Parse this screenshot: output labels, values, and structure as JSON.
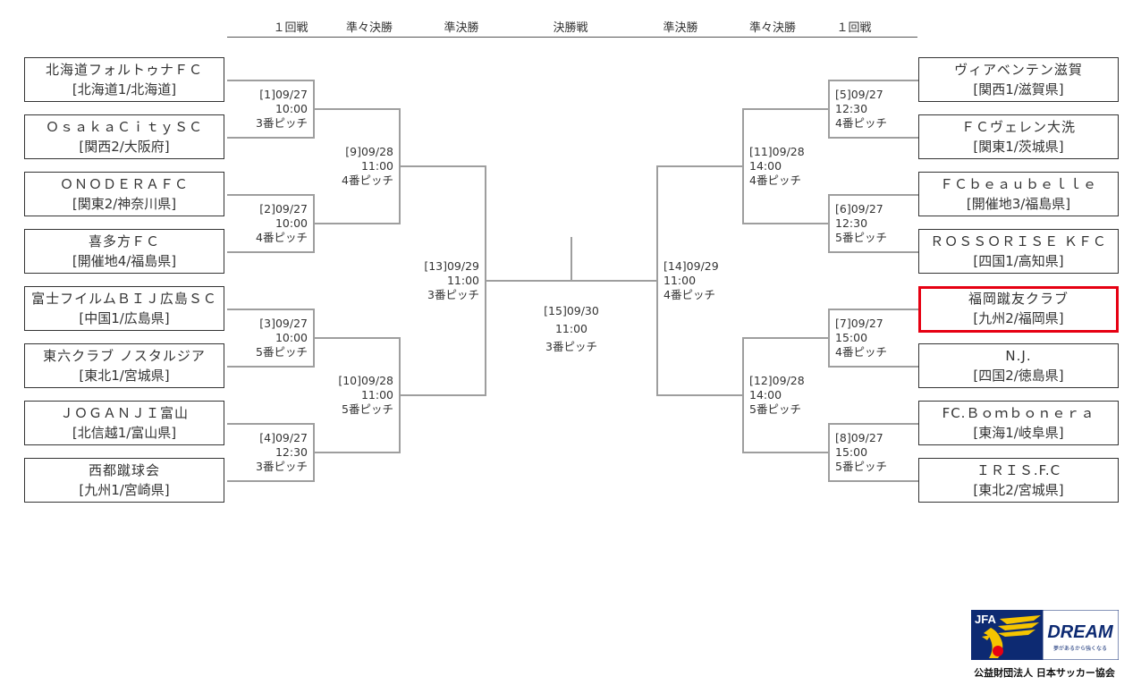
{
  "headers": [
    "１回戦",
    "準々決勝",
    "準決勝",
    "決勝戦",
    "準決勝",
    "準々決勝",
    "１回戦"
  ],
  "teams_left": [
    {
      "name": "北海道フォルトゥナＦＣ",
      "region": "[北海道1/北海道]"
    },
    {
      "name": "ＯｓａｋａＣｉｔｙＳＣ",
      "region": "[関西2/大阪府]"
    },
    {
      "name": "ＯＮＯＤＥＲＡＦＣ",
      "region": "[関東2/神奈川県]"
    },
    {
      "name": "喜多方ＦＣ",
      "region": "[開催地4/福島県]"
    },
    {
      "name": "富士フイルムＢＩＪ広島ＳＣ",
      "region": "[中国1/広島県]"
    },
    {
      "name": "東六クラブ ノスタルジア",
      "region": "[東北1/宮城県]"
    },
    {
      "name": "ＪＯＧＡＮＪＩ富山",
      "region": "[北信越1/富山県]"
    },
    {
      "name": "西都蹴球会",
      "region": "[九州1/宮崎県]"
    }
  ],
  "teams_right": [
    {
      "name": "ヴィアベンテン滋賀",
      "region": "[関西1/滋賀県]"
    },
    {
      "name": "ＦＣヴェレン大洗",
      "region": "[関東1/茨城県]"
    },
    {
      "name": "ＦＣｂｅａｕｂｅｌｌｅ",
      "region": "[開催地3/福島県]"
    },
    {
      "name": "ＲＯＳＳＯＲＩＳＥ ＫＦＣ",
      "region": "[四国1/高知県]"
    },
    {
      "name": "福岡蹴友クラブ",
      "region": "[九州2/福岡県]",
      "highlight": true
    },
    {
      "name": "N.J.",
      "region": "[四国2/徳島県]"
    },
    {
      "name": "FC.Ｂｏｍｂｏｎｅｒａ",
      "region": "[東海1/岐阜県]"
    },
    {
      "name": "ＩＲＩＳ.F.C",
      "region": "[東北2/宮城県]"
    }
  ],
  "matches": {
    "m1": {
      "label": "[1]09/27",
      "time": "10:00",
      "pitch": "3番ピッチ"
    },
    "m2": {
      "label": "[2]09/27",
      "time": "10:00",
      "pitch": "4番ピッチ"
    },
    "m3": {
      "label": "[3]09/27",
      "time": "10:00",
      "pitch": "5番ピッチ"
    },
    "m4": {
      "label": "[4]09/27",
      "time": "12:30",
      "pitch": "3番ピッチ"
    },
    "m5": {
      "label": "[5]09/27",
      "time": "12:30",
      "pitch": "4番ピッチ"
    },
    "m6": {
      "label": "[6]09/27",
      "time": "12:30",
      "pitch": "5番ピッチ"
    },
    "m7": {
      "label": "[7]09/27",
      "time": "15:00",
      "pitch": "4番ピッチ"
    },
    "m8": {
      "label": "[8]09/27",
      "time": "15:00",
      "pitch": "5番ピッチ"
    },
    "m9": {
      "label": "[9]09/28",
      "time": "11:00",
      "pitch": "4番ピッチ"
    },
    "m10": {
      "label": "[10]09/28",
      "time": "11:00",
      "pitch": "5番ピッチ"
    },
    "m11": {
      "label": "[11]09/28",
      "time": "14:00",
      "pitch": "4番ピッチ"
    },
    "m12": {
      "label": "[12]09/28",
      "time": "14:00",
      "pitch": "5番ピッチ"
    },
    "m13": {
      "label": "[13]09/29",
      "time": "11:00",
      "pitch": "3番ピッチ"
    },
    "m14": {
      "label": "[14]09/29",
      "time": "11:00",
      "pitch": "4番ピッチ"
    },
    "m15": {
      "label": "[15]09/30",
      "time": "11:00",
      "pitch": "3番ピッチ"
    }
  },
  "logo": {
    "left": "JFA",
    "right": "DREAM",
    "tagline": "夢があるから強くなる"
  },
  "org": "公益財団法人 日本サッカー協会",
  "colors": {
    "highlight": "#e60012",
    "logo_bg": "#0d2a72",
    "logo_yellow": "#f5c400"
  }
}
